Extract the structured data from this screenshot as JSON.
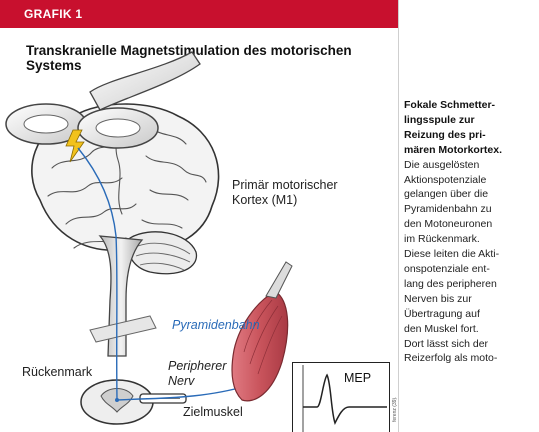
{
  "header": {
    "label": "GRAFIK 1"
  },
  "title": [
    "Transkranielle Magnetstimulation des motorischen",
    "Systems"
  ],
  "labels": {
    "cortex": [
      "Primär motorischer",
      "Kortex (M1)"
    ],
    "pyramid": "Pyramidenbahn",
    "spinal_cord": "Rückenmark",
    "nerve": [
      "Peripherer",
      "Nerv"
    ],
    "muscle": "Zielmuskel",
    "mep": "MEP",
    "side_note": "ferenz (39)."
  },
  "caption": {
    "heading": [
      "Fokale Schmetter-",
      "lingsspule zur",
      "Reizung des pri-",
      "mären Motorkortex."
    ],
    "body": [
      "Die ausgelösten",
      "Aktionspotenziale",
      "gelangen über die",
      "Pyramidenbahn zu",
      "den Motoneuronen",
      "im Rückenmark.",
      "Diese leiten die Akti-",
      "onspotenziale ent-",
      "lang des peripheren",
      "Nerven bis zur",
      "Übertragung auf",
      "den Muskel fort.",
      "Dort lässt sich der",
      "Reizerfolg als moto-"
    ]
  },
  "colors": {
    "accent_red": "#c8102e",
    "pathway_blue": "#2a6bb8",
    "muscle_red": "#c9545c",
    "bolt_yellow": "#f2c21c"
  },
  "icons": {
    "stimulation": "lightning-bolt-icon"
  }
}
